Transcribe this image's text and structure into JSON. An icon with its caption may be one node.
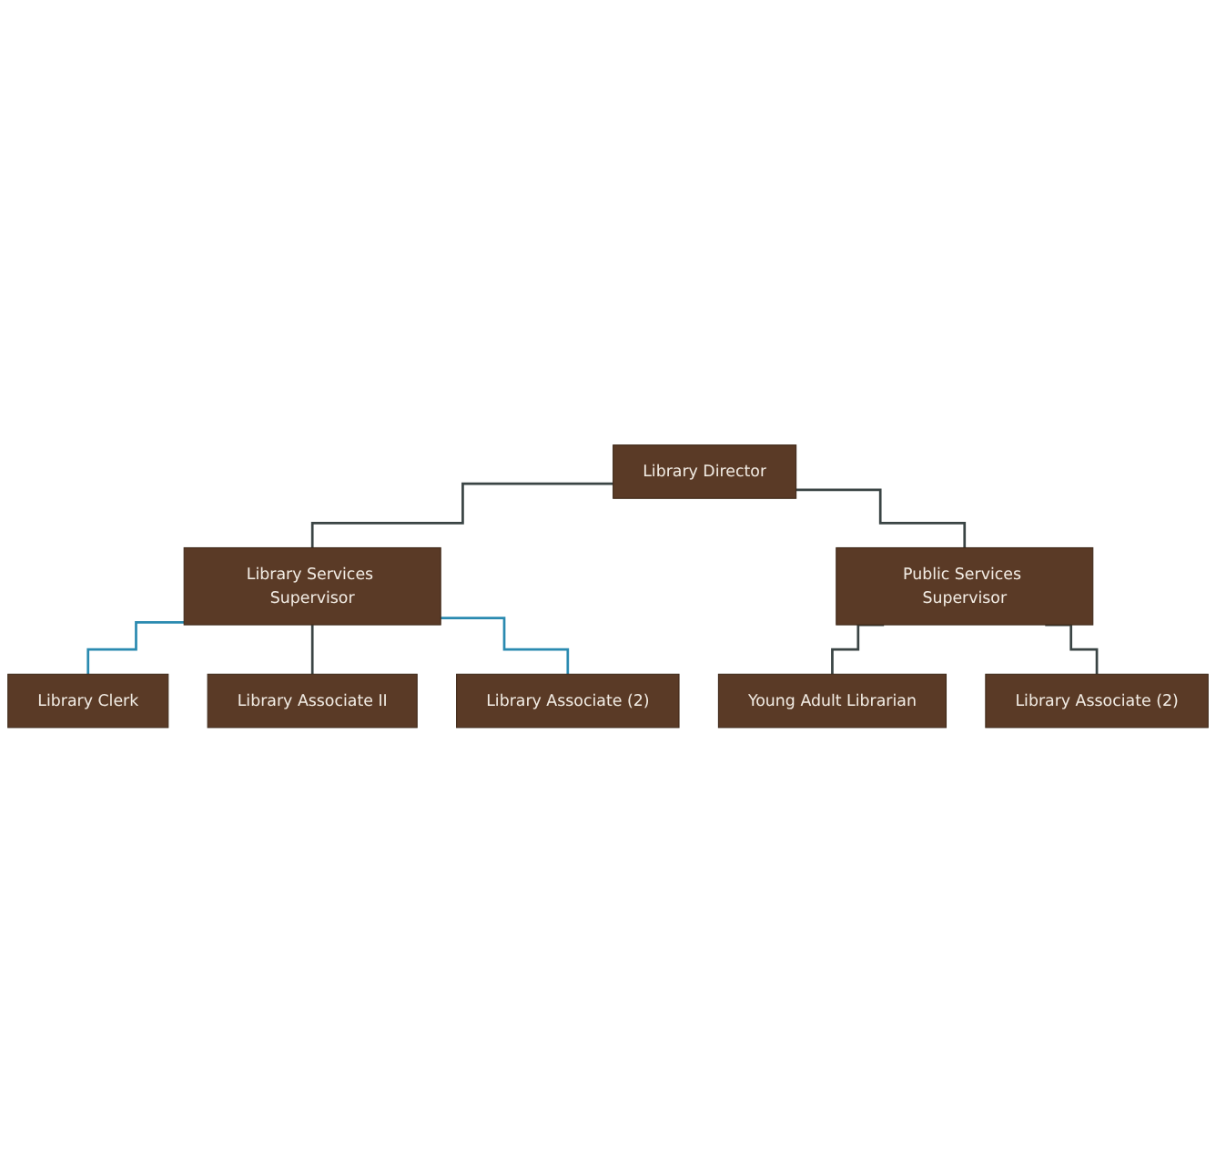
{
  "diagram": {
    "nodes": [
      {
        "text": [
          "Library Director"
        ]
      },
      {
        "text": [
          "Library Services Supervisor"
        ]
      },
      {
        "text": [
          "Public Services Supervisor"
        ]
      },
      {
        "text": [
          "Library Clerk"
        ]
      },
      {
        "text": [
          "Young Adult Librarian"
        ]
      },
      {
        "text": [
          "Library Associate II"
        ]
      },
      {
        "text": [
          "Library Associate (2)"
        ]
      },
      {
        "text": [
          "Library Associate (2)"
        ]
      }
    ],
    "edges": [
      {
        "from": 0,
        "to": 1,
        "arrow": "none"
      },
      {
        "from": 0,
        "to": 2,
        "arrow": "none"
      },
      {
        "from": 1,
        "to": 3,
        "arrow": "none",
        "color": "#2a8ab0"
      },
      {
        "from": 1,
        "to": 5,
        "arrow": "none"
      },
      {
        "from": 1,
        "to": 7,
        "arrow": "none",
        "color": "#2a8ab0"
      },
      {
        "from": 2,
        "to": 4,
        "arrow": "none"
      },
      {
        "from": 2,
        "to": 6,
        "arrow": "none"
      }
    ]
  }
}
